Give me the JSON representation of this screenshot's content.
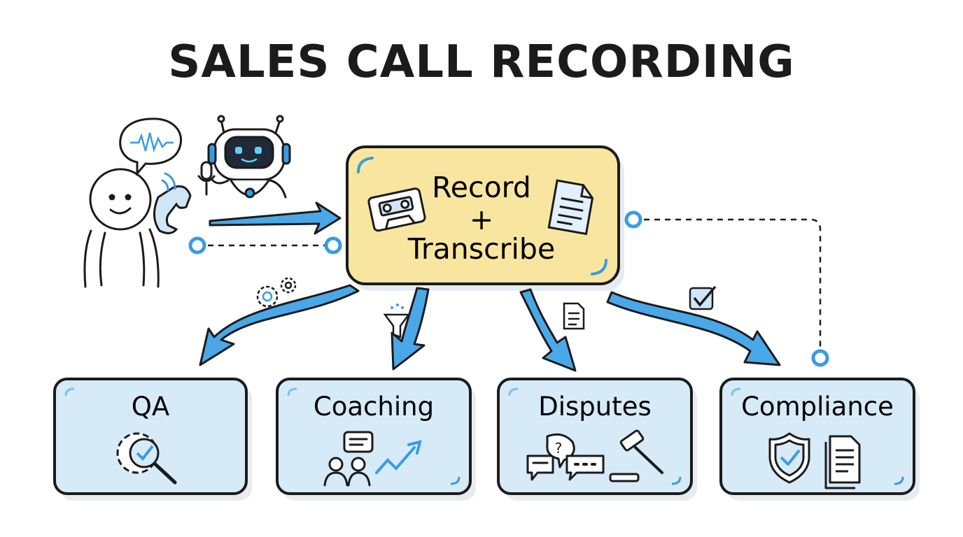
{
  "title": "SALES CALL RECORDING",
  "center": {
    "line1": "Record",
    "line2": "+",
    "line3": "Transcribe"
  },
  "outputs": [
    {
      "label": "QA",
      "icon": "gear-magnifier-check-icon"
    },
    {
      "label": "Coaching",
      "icon": "people-chart-icon"
    },
    {
      "label": "Disputes",
      "icon": "chat-gavel-icon"
    },
    {
      "label": "Compliance",
      "icon": "shield-document-icon"
    }
  ],
  "colors": {
    "box_fill": "#d6eaf8",
    "center_fill": "#f8e6a0",
    "arrow": "#4aa8e8",
    "ink": "#1b1b1b",
    "accent": "#3b9be0"
  }
}
